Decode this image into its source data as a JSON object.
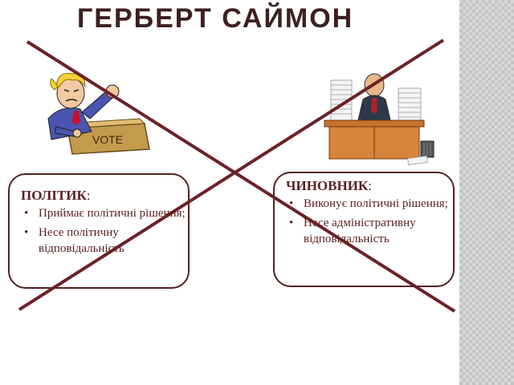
{
  "slide": {
    "title": "ГЕРБЕРТ САЙМОН"
  },
  "politician": {
    "heading": "ПОЛІТИК",
    "heading_suffix": ":",
    "points": [
      "Приймає політичні рішення;",
      "Несе політичну відповідальність"
    ],
    "illustration_sign": "VOTE"
  },
  "official": {
    "heading": "ЧИНОВНИК",
    "heading_suffix": ":",
    "points": [
      "Виконує політичні рішення;",
      "Несе адміністративну відповідальність"
    ]
  },
  "colors": {
    "title": "#3d1f1f",
    "text": "#5a1f1f",
    "cross_lines": "#6b2226",
    "strip": "#d7d7d7"
  }
}
